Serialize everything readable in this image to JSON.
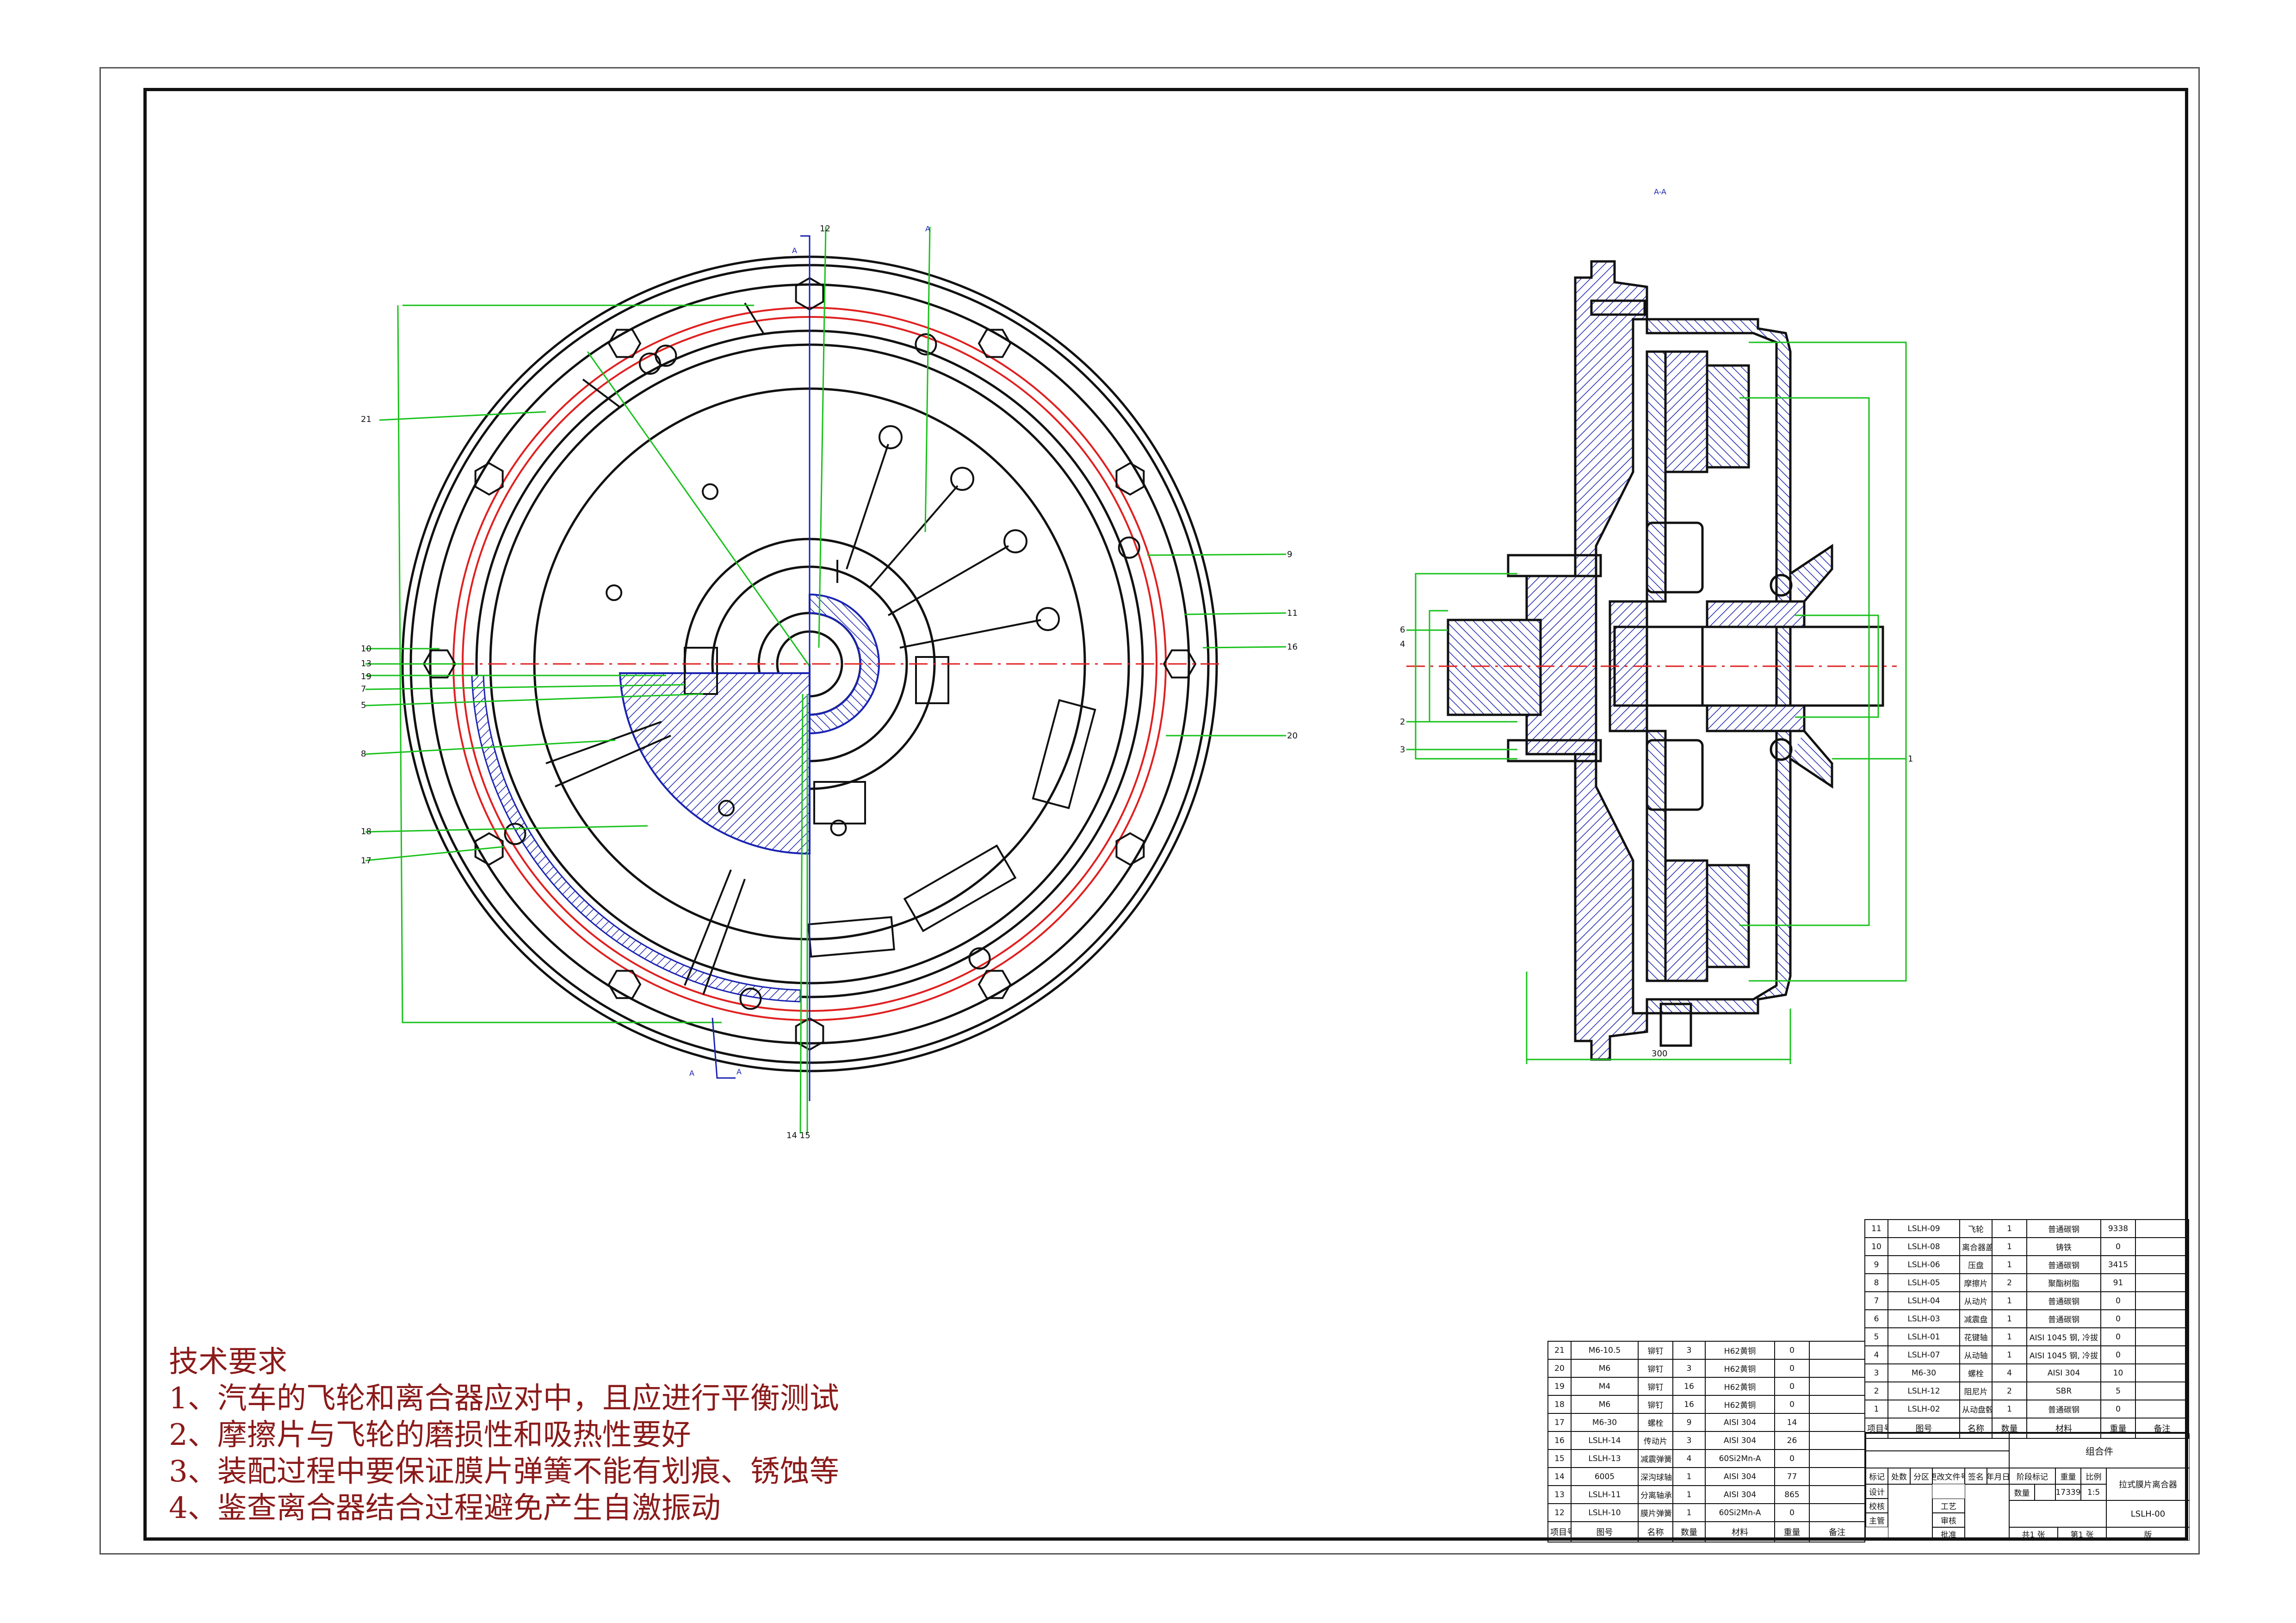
{
  "technical_requirements": {
    "title": "技术要求",
    "items": [
      "1、汽车的飞轮和离合器应对中，且应进行平衡测试",
      "2、摩擦片与飞轮的磨损性和吸热性要好",
      "3、装配过程中要保证膜片弹簧不能有划痕、锈蚀等",
      "4、鉴查离合器结合过程避免产生自激振动"
    ]
  },
  "section_label": "A-A",
  "front_view_labels": {
    "section_marks": [
      "A",
      "A",
      "A",
      "A"
    ],
    "top_callout": "12",
    "bottom_callouts": "14 15",
    "left_callouts": [
      "21",
      "10",
      "13",
      "19",
      "7",
      "5",
      "8",
      "18",
      "17"
    ],
    "right_callouts": [
      "9",
      "11",
      "16",
      "20"
    ]
  },
  "side_view_labels": {
    "left_callouts": [
      "6",
      "4",
      "2",
      "3"
    ],
    "right_callout": "1",
    "width_dim": "300"
  },
  "bom_right": {
    "rows": [
      [
        "11",
        "LSLH-09",
        "飞轮",
        "1",
        "普通碳钢",
        "9338",
        ""
      ],
      [
        "10",
        "LSLH-08",
        "离合器盖",
        "1",
        "铸铁",
        "0",
        ""
      ],
      [
        "9",
        "LSLH-06",
        "压盘",
        "1",
        "普通碳钢",
        "3415",
        ""
      ],
      [
        "8",
        "LSLH-05",
        "摩擦片",
        "2",
        "聚酯树脂",
        "91",
        ""
      ],
      [
        "7",
        "LSLH-04",
        "从动片",
        "1",
        "普通碳钢",
        "0",
        ""
      ],
      [
        "6",
        "LSLH-03",
        "减震盘",
        "1",
        "普通碳钢",
        "0",
        ""
      ],
      [
        "5",
        "LSLH-01",
        "花键轴",
        "1",
        "AISI 1045 钢, 冷拔",
        "0",
        ""
      ],
      [
        "4",
        "LSLH-07",
        "从动轴",
        "1",
        "AISI 1045 钢, 冷拔",
        "0",
        ""
      ],
      [
        "3",
        "M6-30",
        "螺栓",
        "4",
        "AISI 304",
        "10",
        ""
      ],
      [
        "2",
        "LSLH-12",
        "阻尼片",
        "2",
        "SBR",
        "5",
        ""
      ],
      [
        "1",
        "LSLH-02",
        "从动盘毂",
        "1",
        "普通碳钢",
        "0",
        ""
      ]
    ],
    "header": [
      "项目号",
      "图号",
      "名称",
      "数量",
      "材料",
      "重量",
      "备注"
    ]
  },
  "bom_left": {
    "rows": [
      [
        "21",
        "M6-10.5",
        "铆钉",
        "3",
        "H62黄铜",
        "0",
        ""
      ],
      [
        "20",
        "M6",
        "铆钉",
        "3",
        "H62黄铜",
        "0",
        ""
      ],
      [
        "19",
        "M4",
        "铆钉",
        "16",
        "H62黄铜",
        "0",
        ""
      ],
      [
        "18",
        "M6",
        "铆钉",
        "16",
        "H62黄铜",
        "0",
        ""
      ],
      [
        "17",
        "M6-30",
        "螺栓",
        "9",
        "AISI 304",
        "14",
        ""
      ],
      [
        "16",
        "LSLH-14",
        "传动片",
        "3",
        "AISI 304",
        "26",
        ""
      ],
      [
        "15",
        "LSLH-13",
        "减震弹簧",
        "4",
        "60Si2Mn-A",
        "0",
        ""
      ],
      [
        "14",
        "6005",
        "深沟球轴承",
        "1",
        "AISI 304",
        "77",
        ""
      ],
      [
        "13",
        "LSLH-11",
        "分离轴承装置",
        "1",
        "AISI 304",
        "865",
        ""
      ],
      [
        "12",
        "LSLH-10",
        "膜片弹簧",
        "1",
        "60Si2Mn-A",
        "0",
        ""
      ]
    ],
    "header": [
      "项目号",
      "图号",
      "名称",
      "数量",
      "材料",
      "重量",
      "备注"
    ]
  },
  "title_block": {
    "assembly": "组合件",
    "drawing_name": "拉式膜片离合器",
    "drawing_number": "LSLH-00",
    "stage_label": "阶段标记",
    "weight_label": "重量",
    "scale_label": "比例",
    "weight_value": "17339",
    "scale_value": "1:5",
    "qty_label": "数量",
    "rev_headers": [
      "标记",
      "处数",
      "分区",
      "更改文件号",
      "签名",
      "年月日"
    ],
    "roles": [
      "设计",
      "校核",
      "主管",
      "工艺",
      "审核",
      "批准"
    ],
    "sheets": [
      "共1 张",
      "第1 张",
      "版"
    ]
  },
  "colors": {
    "outline": "#111111",
    "hatch": "#1a24b0",
    "leader": "#19c21c",
    "center": "#e02020",
    "text_red": "#8b1a1a",
    "blue_mark": "#1a24b0"
  }
}
